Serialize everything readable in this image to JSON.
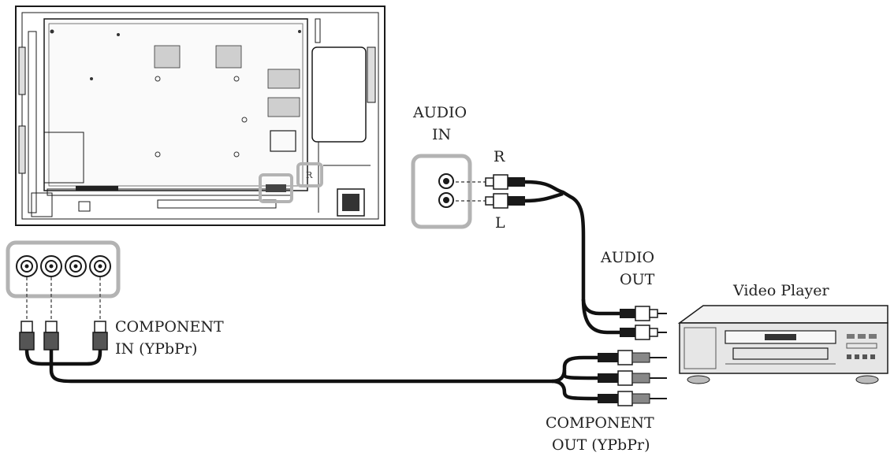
{
  "labels": {
    "audio_in_line1": "AUDIO",
    "audio_in_line2": "IN",
    "channel_r": "R",
    "channel_l": "L",
    "audio_out_line1": "AUDIO",
    "audio_out_line2": "OUT",
    "video_player": "Video Player",
    "component_in_line1": "COMPONENT",
    "component_in_line2": "IN (YPbPr)",
    "component_out_line1": "COMPONENT",
    "component_out_line2": "OUT (YPbPr)",
    "panel_port_marker": "R"
  },
  "colors": {
    "line": "#1a1a1a",
    "highlight_box": "#b3b3b3",
    "device_fill": "#e6e6e6",
    "cable": "#111111"
  }
}
